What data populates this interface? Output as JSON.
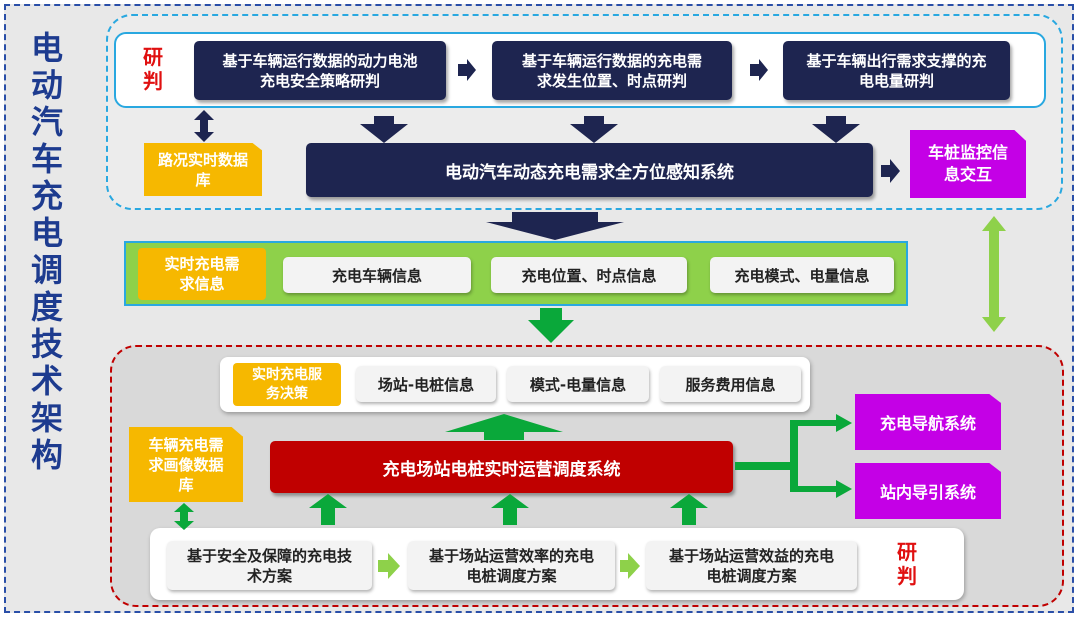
{
  "title": "电动汽车充电调度技术架构",
  "top_section": {
    "label": "研判",
    "studies": [
      "基于车辆运行数据的动力电池充电安全策略研判",
      "基于车辆运行数据的充电需求发生位置、时点研判",
      "基于车辆出行需求支撑的充电电量研判"
    ],
    "road_db": "路况实时数据库",
    "perception_system": "电动汽车动态充电需求全方位感知系统",
    "monitor": "车桩监控信息交互"
  },
  "demand_section": {
    "label": "实时充电需求信息",
    "items": [
      "充电车辆信息",
      "充电位置、时点信息",
      "充电模式、电量信息"
    ]
  },
  "bottom_section": {
    "decision_label": "实时充电服务决策",
    "decision_items": [
      "场站-电桩信息",
      "模式-电量信息",
      "服务费用信息"
    ],
    "profile_db": "车辆充电需求画像数据库",
    "dispatch_system": "充电场站电桩实时运营调度系统",
    "outputs": [
      "充电导航系统",
      "站内导引系统"
    ],
    "label": "研判",
    "plans": [
      "基于安全及保障的充电技术方案",
      "基于场站运营效率的充电电桩调度方案",
      "基于场站运营效益的充电电桩调度方案"
    ]
  },
  "colors": {
    "navy": "#1e2550",
    "gold": "#f6b800",
    "purple": "#c400e6",
    "dispatch_red": "#c00000",
    "green": "#0aa83a",
    "light_green": "#8ed14a",
    "cyan": "#29a8e0",
    "title_blue": "#1d3b8f"
  }
}
